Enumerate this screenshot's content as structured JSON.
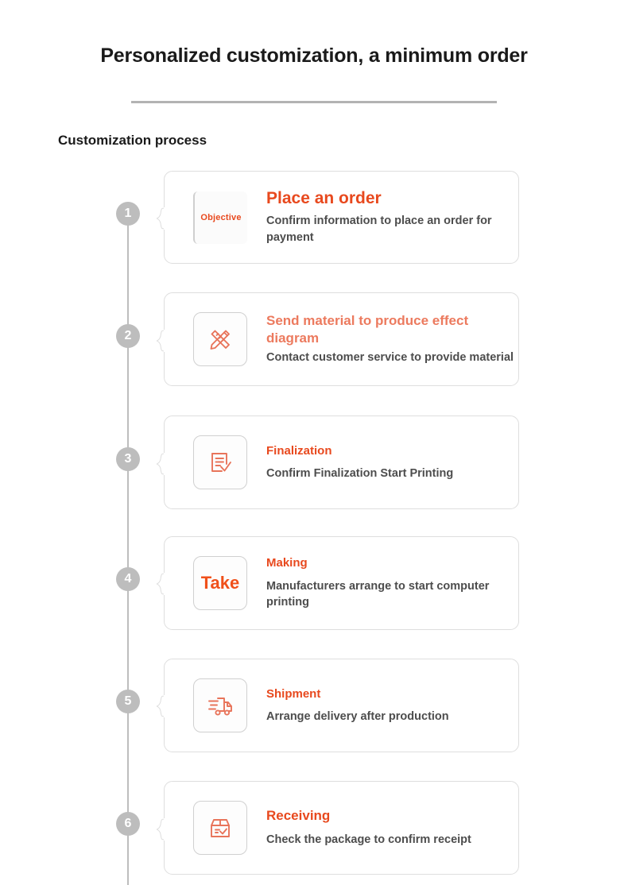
{
  "header": {
    "title": "Personalized customization, a minimum order",
    "section_heading": "Customization process"
  },
  "colors": {
    "accent_orange": "#e8491e",
    "accent_coral": "#ec7a5e",
    "step_circle_gray": "#bdbdbd",
    "desc_gray": "#4d4d4d",
    "card_border": "#dedede",
    "divider": "#b3b3b3"
  },
  "steps": [
    {
      "number": "1",
      "icon_name": "objective-text-icon",
      "icon_text": "Objective",
      "icon_type": "text-plain",
      "heading": "Place an order",
      "heading_size": "big",
      "description": "Confirm information to place an order for payment"
    },
    {
      "number": "2",
      "icon_name": "ruler-pencil-icon",
      "icon_text": "",
      "icon_type": "svg",
      "heading": "Send material to produce effect diagram",
      "heading_size": "medium",
      "description": "Contact customer service to provide material"
    },
    {
      "number": "3",
      "icon_name": "document-check-icon",
      "icon_text": "",
      "icon_type": "svg",
      "heading": "Finalization",
      "heading_size": "small",
      "description": "Confirm Finalization Start Printing"
    },
    {
      "number": "4",
      "icon_name": "take-text-icon",
      "icon_text": "Take",
      "icon_type": "text-box",
      "heading": "Making",
      "heading_size": "small",
      "description": "Manufacturers arrange to start computer printing"
    },
    {
      "number": "5",
      "icon_name": "delivery-truck-icon",
      "icon_text": "",
      "icon_type": "svg",
      "heading": "Shipment",
      "heading_size": "small",
      "description": "Arrange delivery after production"
    },
    {
      "number": "6",
      "icon_name": "package-check-icon",
      "icon_text": "",
      "icon_type": "svg",
      "heading": "Receiving",
      "heading_size": "mid",
      "description": "Check the package to confirm receipt"
    }
  ]
}
